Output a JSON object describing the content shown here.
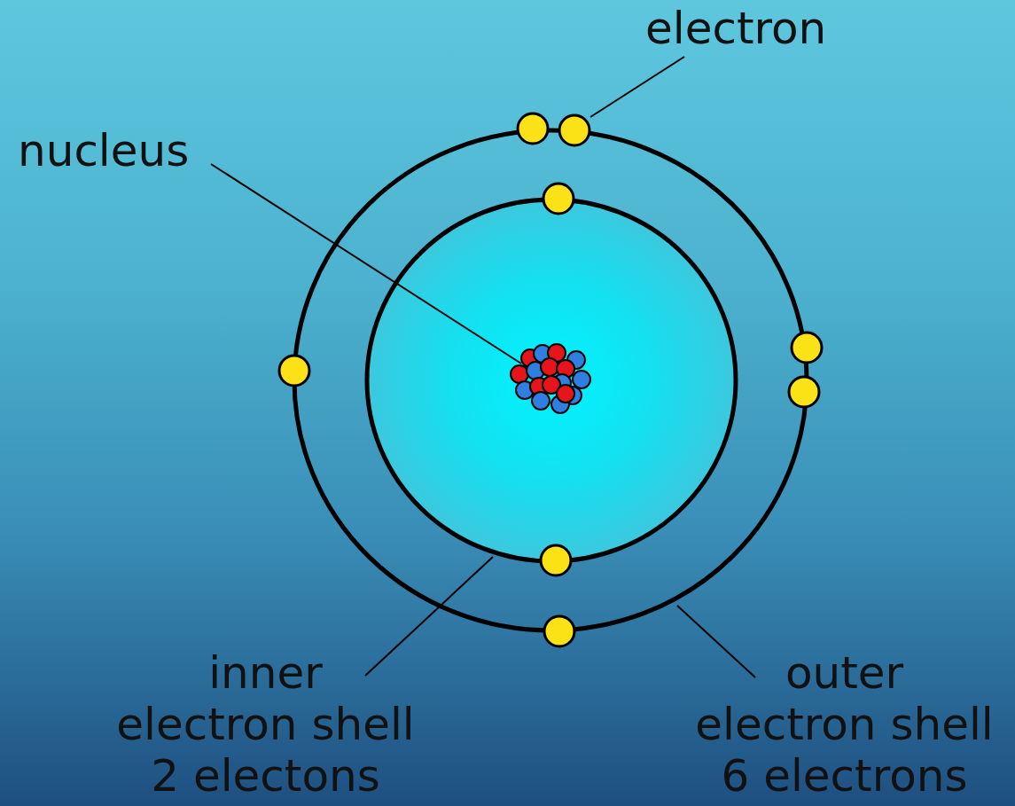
{
  "diagram": {
    "labels": [
      "electron",
      "nucleus",
      "inner electron shell 2 electons",
      "outer electron shell 6 electrons"
    ]
  }
}
